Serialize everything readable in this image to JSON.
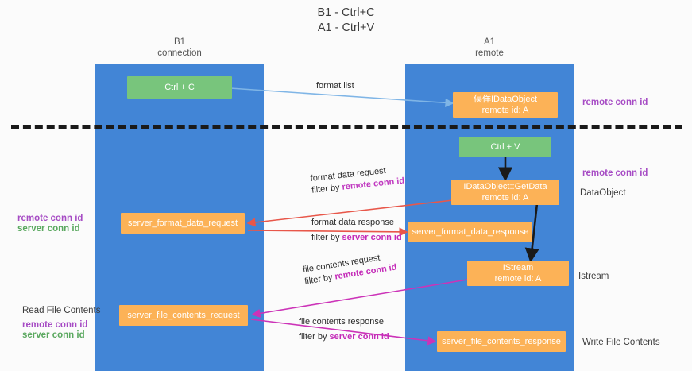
{
  "title": {
    "line1": "B1 - Ctrl+C",
    "line2": "A1 - Ctrl+V"
  },
  "lanes": [
    {
      "id": "b1",
      "name": "B1",
      "role": "connection"
    },
    {
      "id": "a1",
      "name": "A1",
      "role": "remote"
    }
  ],
  "nodes": {
    "ctrl_c": {
      "label": "Ctrl + C"
    },
    "ctrl_v": {
      "label": "Ctrl + V"
    },
    "idataobject": {
      "label": "俣佯IDataObject",
      "sub": "remote id: A"
    },
    "getdata": {
      "label": "IDataObject::GetData",
      "sub": "remote id: A"
    },
    "istream": {
      "label": "IStream",
      "sub": "remote id: A"
    },
    "fmt_req": {
      "label": "server_format_data_request"
    },
    "fmt_resp": {
      "label": "server_format_data_response"
    },
    "file_req": {
      "label": "server_file_contents_request"
    },
    "file_resp": {
      "label": "server_file_contents_response"
    }
  },
  "edges": {
    "format_list": {
      "label": "format list"
    },
    "fmt_request": {
      "label": "format data request",
      "filter_prefix": "filter by ",
      "filter_key": "remote conn id"
    },
    "fmt_response": {
      "label": "format data response",
      "filter_prefix": "filter by ",
      "filter_key": "server conn id"
    },
    "file_request": {
      "label": "file contents request",
      "filter_prefix": "filter by ",
      "filter_key": "remote conn id"
    },
    "file_response": {
      "label": "file contents response",
      "filter_prefix": "filter by ",
      "filter_key": "server conn id"
    }
  },
  "annotations": {
    "right_remote_conn_top": "remote conn id",
    "right_remote_conn_mid": "remote conn id",
    "right_dataobject": "DataObject",
    "right_istream": "Istream",
    "right_write_file": "Write File Contents",
    "left_remote_conn_mid": "remote conn id",
    "left_server_conn_mid": "server conn id",
    "left_read_file": "Read File Contents",
    "left_remote_conn_bottom": "remote conn id",
    "left_server_conn_bottom": "server conn id"
  },
  "colors": {
    "lane": "#4285d6",
    "green_node": "#78c57c",
    "orange_node": "#fcb257",
    "purple": "#a64bc4",
    "green_text": "#5aa85f",
    "red_arrow": "#e8574a",
    "magenta_arrow": "#cc33b8",
    "blue_arrow": "#7fb5e6",
    "black_arrow": "#1a1a1a"
  }
}
